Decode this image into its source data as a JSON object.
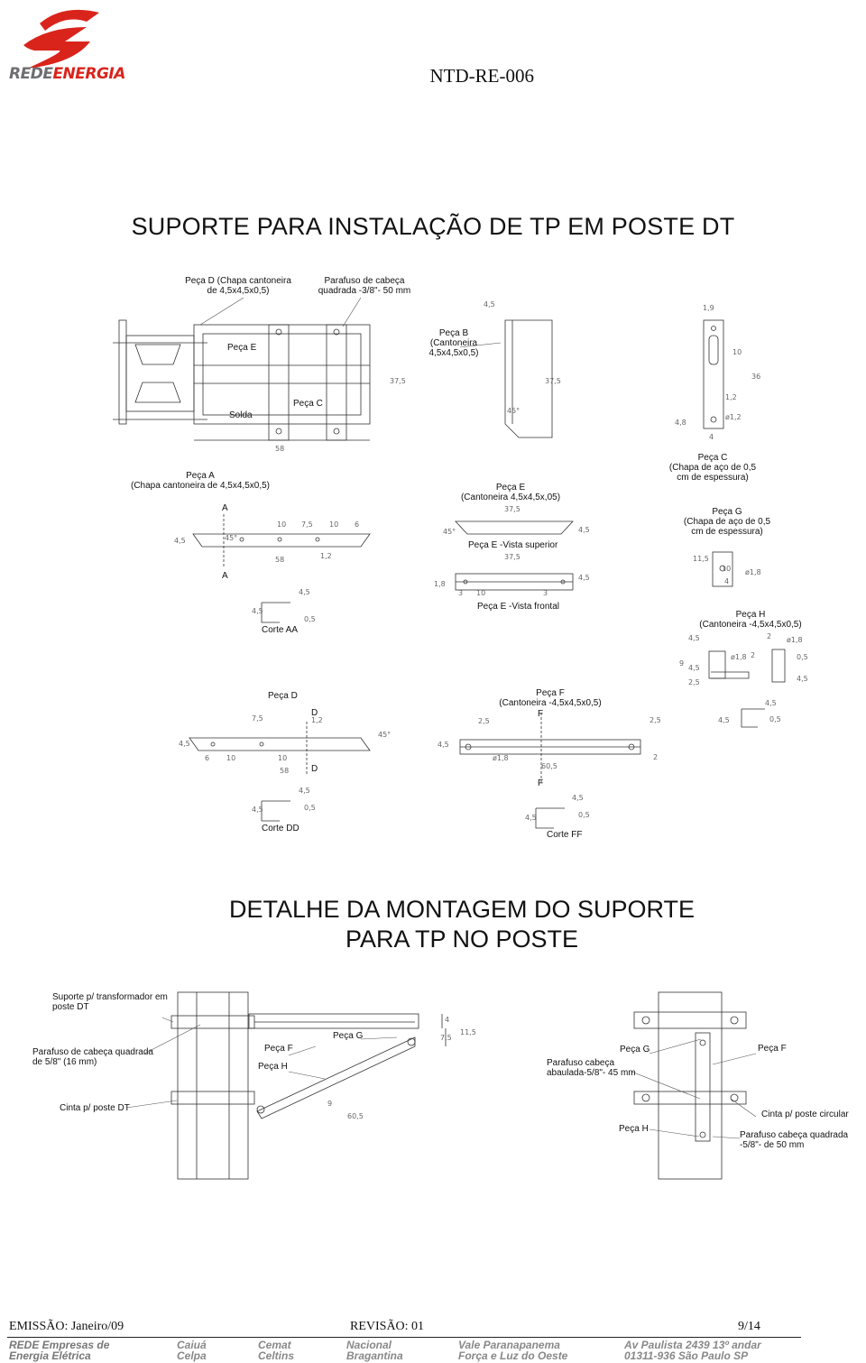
{
  "header": {
    "logo_text": "REDEENERGIA",
    "doc_id": "NTD-RE-006"
  },
  "section1": {
    "title": "SUPORTE  PARA  INSTALAÇÃO DE TP EM POSTE DT"
  },
  "section2": {
    "title_line1": "DETALHE DA MONTAGEM DO SUPORTE",
    "title_line2": "PARA TP NO POSTE"
  },
  "labels": {
    "peca_d_top_1": "Peça D (Chapa cantoneira",
    "peca_d_top_2": "de 4,5x4,5x0,5)",
    "parafuso_top_1": "Parafuso de cabeça",
    "parafuso_top_2": "quadrada -3/8\"- 50 mm",
    "peca_e": "Peça E",
    "peca_b_1": "Peça B",
    "peca_b_2": "(Cantoneira",
    "peca_b_3": "4,5x4,5x0,5)",
    "solda": "Solda",
    "peca_c": "Peça C",
    "peca_a_1": "Peça A",
    "peca_a_2": "(Chapa cantoneira de 4,5x4,5x0,5)",
    "peca_e2_1": "Peça E",
    "peca_e2_2": "(Cantoneira 4,5x4,5x,05)",
    "peca_c2_1": "Peça C",
    "peca_c2_2": "(Chapa de aço de 0,5",
    "peca_c2_3": "cm de espessura)",
    "peca_g_1": "Peça G",
    "peca_g_2": "(Chapa de aço de 0,5",
    "peca_g_3": "cm de espessura)",
    "a_top": "A",
    "a_bottom": "A",
    "vista_superior": "Peça E -Vista superior",
    "vista_frontal": "Peça E -Vista frontal",
    "corte_aa": "Corte AA",
    "peca_h_1": "Peça H",
    "peca_h_2": "(Cantoneira -4,5x4,5x0,5)",
    "peca_d2": "Peça D",
    "d_top": "D",
    "d_bottom": "D",
    "peca_f_1": "Peça F",
    "peca_f_2": "(Cantoneira -4,5x4,5x0,5)",
    "f_top": "F",
    "f_bottom": "F",
    "corte_dd": "Corte DD",
    "corte_ff": "Corte  FF",
    "suporte_1": "Suporte p/ transformador em",
    "suporte_2": "poste DT",
    "parafuso58_1": "Parafuso de cabeça quadrada",
    "parafuso58_2": "de 5/8\" (16 mm)",
    "peca_f_m": "Peça F",
    "peca_h_m": "Peça H",
    "peca_g_m": "Peça G",
    "cinta_dt": "Cinta p/ poste DT",
    "parafuso_abaulada_1": "Parafuso cabeça",
    "parafuso_abaulada_2": "abaulada-5/8\"- 45 mm",
    "peca_g_m2": "Peça G",
    "peca_f_m2": "Peça F",
    "cinta_circular": "Cinta p/ poste circular",
    "peca_h_m2": "Peça H",
    "parafuso_50_1": "Parafuso cabeça quadrada",
    "parafuso_50_2": "-5/8\"- de 50 mm"
  },
  "dims": {
    "d1": "4,5",
    "d2": "1,9",
    "d3": "10",
    "d4": "37,5",
    "d5": "37,5",
    "d6": "36",
    "d7": "45°",
    "d8": "1,2",
    "d9": "4,8",
    "d10": "ø1,2",
    "d11": "4",
    "d12": "58",
    "d13": "4,5",
    "d14": "45°",
    "d15": "10",
    "d16": "7,5",
    "d17": "10",
    "d18": "6",
    "d19": "58",
    "d20": "1,2",
    "d21": "37,5",
    "d22": "45°",
    "d23": "4,5",
    "d24": "37,5",
    "d25": "1,8",
    "d26": "3",
    "d27": "10",
    "d28": "3",
    "d29": "4,5",
    "d30": "11,5",
    "d31": "10",
    "d32": "4",
    "d33": "ø1,8",
    "d34": "4,5",
    "d35": "4,5",
    "d36": "0,5",
    "d37": "4,5",
    "d38": "2",
    "d39": "ø1,8",
    "d40": "9",
    "d41": "4,5",
    "d42": "ø1,8",
    "d43": "2",
    "d44": "2,5",
    "d45": "0,5",
    "d46": "4,5",
    "d47": "7,5",
    "d48": "1,2",
    "d49": "45°",
    "d50": "4,5",
    "d51": "6",
    "d52": "10",
    "d53": "10",
    "d54": "58",
    "d55": "2,5",
    "d56": "2,5",
    "d57": "4,5",
    "d58": "ø1,8",
    "d59": "60,5",
    "d60": "2",
    "d61": "4,5",
    "d62": "4,5",
    "d63": "0,5",
    "d64": "4,5",
    "d65": "4,5",
    "d66": "0,5",
    "d67": "4,5",
    "d68": "4,5",
    "d69": "0,5",
    "d70": "4",
    "d71": "11,5",
    "d72": "7,5",
    "d73": "9",
    "d74": "60,5"
  },
  "footer": {
    "emissao": "EMISSÃO: Janeiro/09",
    "revisao": "REVISÃO: 01",
    "page": "9/14",
    "companies": [
      {
        "line1": "REDE Empresas de",
        "line2": "Energia Elétrica"
      },
      {
        "line1": "Caiuá",
        "line2": "Celpa"
      },
      {
        "line1": "Cemat",
        "line2": "Celtins"
      },
      {
        "line1": "Nacional",
        "line2": "Bragantina"
      },
      {
        "line1": "Vale Paranapanema",
        "line2": "Força e Luz do Oeste"
      },
      {
        "line1": "Av Paulista 2439  13º andar",
        "line2": "01311-936 São Paulo SP"
      }
    ]
  },
  "colors": {
    "logo_red": "#d9241c",
    "logo_gray": "#6d6e71"
  }
}
